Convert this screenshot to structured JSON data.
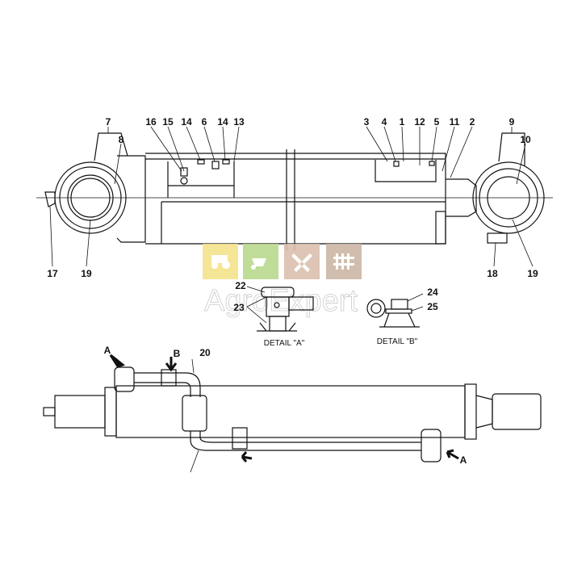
{
  "top_view_labels": {
    "l7": "7",
    "l16": "16",
    "l15": "15",
    "l14a": "14",
    "l6": "6",
    "l14b": "14",
    "l13": "13",
    "l3": "3",
    "l4": "4",
    "l1": "1",
    "l12": "12",
    "l5": "5",
    "l11": "11",
    "l2": "2",
    "l9": "9",
    "l8": "8",
    "l10": "10",
    "l17": "17",
    "l19a": "19",
    "l18": "18",
    "l19b": "19"
  },
  "details": {
    "a_title": "DETAIL \"A\"",
    "b_title": "DETAIL \"B\"",
    "l22": "22",
    "l23": "23",
    "l24": "24",
    "l25": "25"
  },
  "bottom_view_labels": {
    "l20": "20",
    "arrow_a1": "A",
    "arrow_b": "B",
    "arrow_a2": "A"
  },
  "watermark": {
    "text": "AgroExpert",
    "tiles": [
      {
        "icon": "tractor-icon",
        "color": "#f4e38c"
      },
      {
        "icon": "wheelbarrow-icon",
        "color": "#b9da8e"
      },
      {
        "icon": "tools-icon",
        "color": "#dbbfae"
      },
      {
        "icon": "fence-icon",
        "color": "#cbb6a6"
      }
    ]
  }
}
